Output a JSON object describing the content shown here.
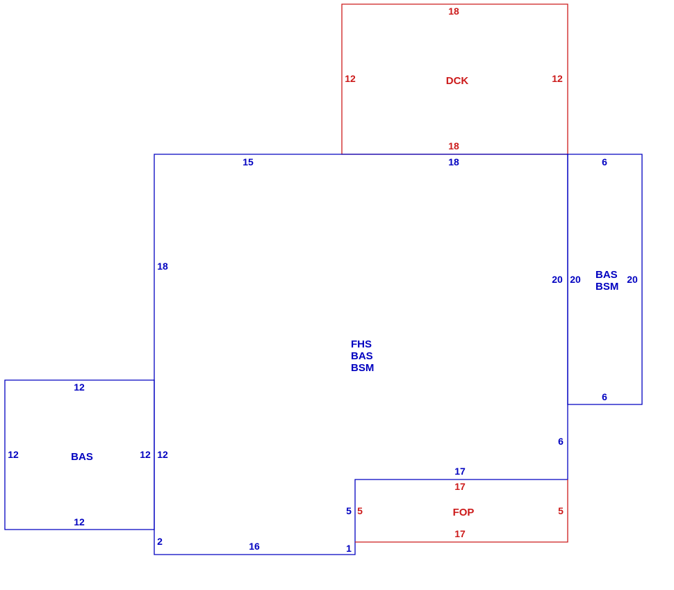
{
  "colors": {
    "building": "#0000c0",
    "exterior": "#cc1a1a",
    "background": "#ffffff"
  },
  "dck": {
    "label": "DCK",
    "top": "18",
    "left": "12",
    "right": "12",
    "bottom": "18"
  },
  "main": {
    "labels": [
      "FHS",
      "BAS",
      "BSM"
    ],
    "top_left": "15",
    "top_right": "18",
    "left": "18",
    "right_upper": "20",
    "right_lower": "6",
    "bottom_left": "16",
    "step_bottom": "1",
    "step_inner": "5",
    "notch_left": "12",
    "notch_bottom": "2",
    "inner_top": "17"
  },
  "right_wing": {
    "labels": [
      "BAS",
      "BSM"
    ],
    "top": "6",
    "left": "20",
    "right": "20",
    "bottom": "6"
  },
  "left_wing": {
    "label": "BAS",
    "top": "12",
    "left": "12",
    "right": "12",
    "bottom": "12"
  },
  "fop": {
    "label": "FOP",
    "top": "17",
    "left": "5",
    "right": "5",
    "bottom": "17"
  }
}
